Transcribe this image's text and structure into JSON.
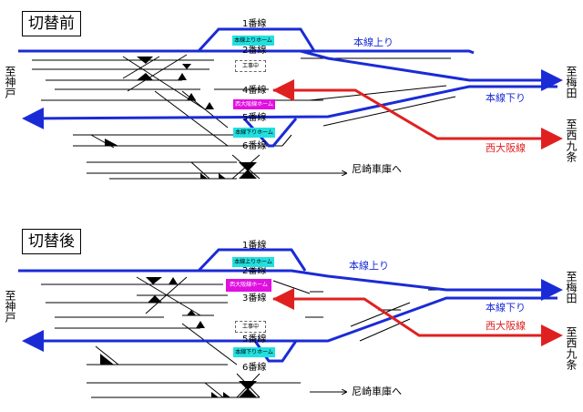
{
  "panels": [
    {
      "title": "切替前",
      "tracks": [
        "1番線",
        "2番線",
        "4番線",
        "5番線",
        "6番線"
      ],
      "platforms": [
        "本線上りホーム",
        "工事中",
        "西大阪線ホーム",
        "本線下りホーム"
      ],
      "routes": {
        "up": "本線上り",
        "down": "本線下り",
        "nishiosaka": "西大阪線"
      },
      "destinations": {
        "umeda": "至梅田",
        "kobe": "至神戸",
        "nishikujo": "至西九条",
        "amagasaki_depot": "尼崎車庫へ"
      }
    },
    {
      "title": "切替後",
      "tracks": [
        "1番線",
        "2番線",
        "3番線",
        "5番線",
        "6番線"
      ],
      "platforms": [
        "本線上りホーム",
        "西大阪線ホーム",
        "工事中",
        "本線下りホーム"
      ],
      "routes": {
        "up": "本線上り",
        "down": "本線下り",
        "nishiosaka": "西大阪線"
      },
      "destinations": {
        "umeda": "至梅田",
        "kobe": "至神戸",
        "nishikujo": "至西九条",
        "amagasaki_depot": "尼崎車庫へ"
      }
    }
  ],
  "colors": {
    "main_line": "#1a2bd6",
    "nishiosaka_line": "#e02020",
    "platform_main": "#22e0e0",
    "platform_nishiosaka": "#e010e0"
  }
}
